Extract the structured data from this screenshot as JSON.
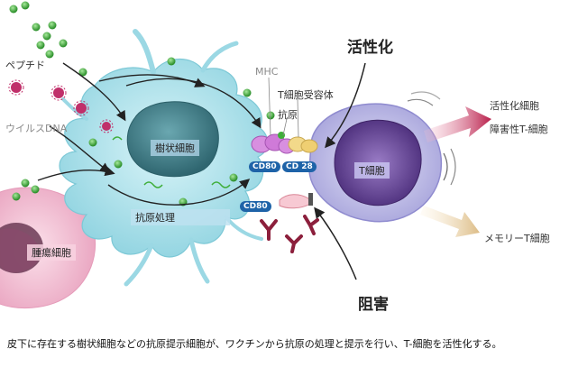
{
  "labels": {
    "peptide": "ペプチド",
    "virus_dna": "ウイルスDNA",
    "dendritic_cell": "樹状細胞",
    "antigen_processing": "抗原処理",
    "mhc": "MHC",
    "tcr": "T細胞受容体",
    "antigen": "抗原",
    "cd80_top": "CD80",
    "cd28": "CD 28",
    "cd80_bottom": "CD80",
    "t_cell": "T細胞",
    "tumor_cell": "腫瘍細胞",
    "activated_cell": "活性化細胞",
    "cytotoxic_t": "障害性T-細胞",
    "memory_t": "メモリーT細胞",
    "activation": "活性化",
    "inhibition": "阻害",
    "caption": "皮下に存在する樹状細胞などの抗原提示細胞が、ワクチンから抗原の処理と提示を行い、T-細胞を活性化する。"
  },
  "colors": {
    "dendritic": "#aee3ec",
    "dendritic_edge": "#7cc8d6",
    "nucleus": "#3f7f8a",
    "tcell": "#c9c7ec",
    "tcell_nucleus": "#6b4c9b",
    "tumor": "#f3c3d6",
    "peptide": "#3fae3a",
    "virus": "#c0306a",
    "mhc": "#d88fe0",
    "tcr": "#f2d98a",
    "pill": "#1e63a8",
    "activated_arrow": "#c0305a",
    "memory_arrow": "#e8cfa0"
  }
}
